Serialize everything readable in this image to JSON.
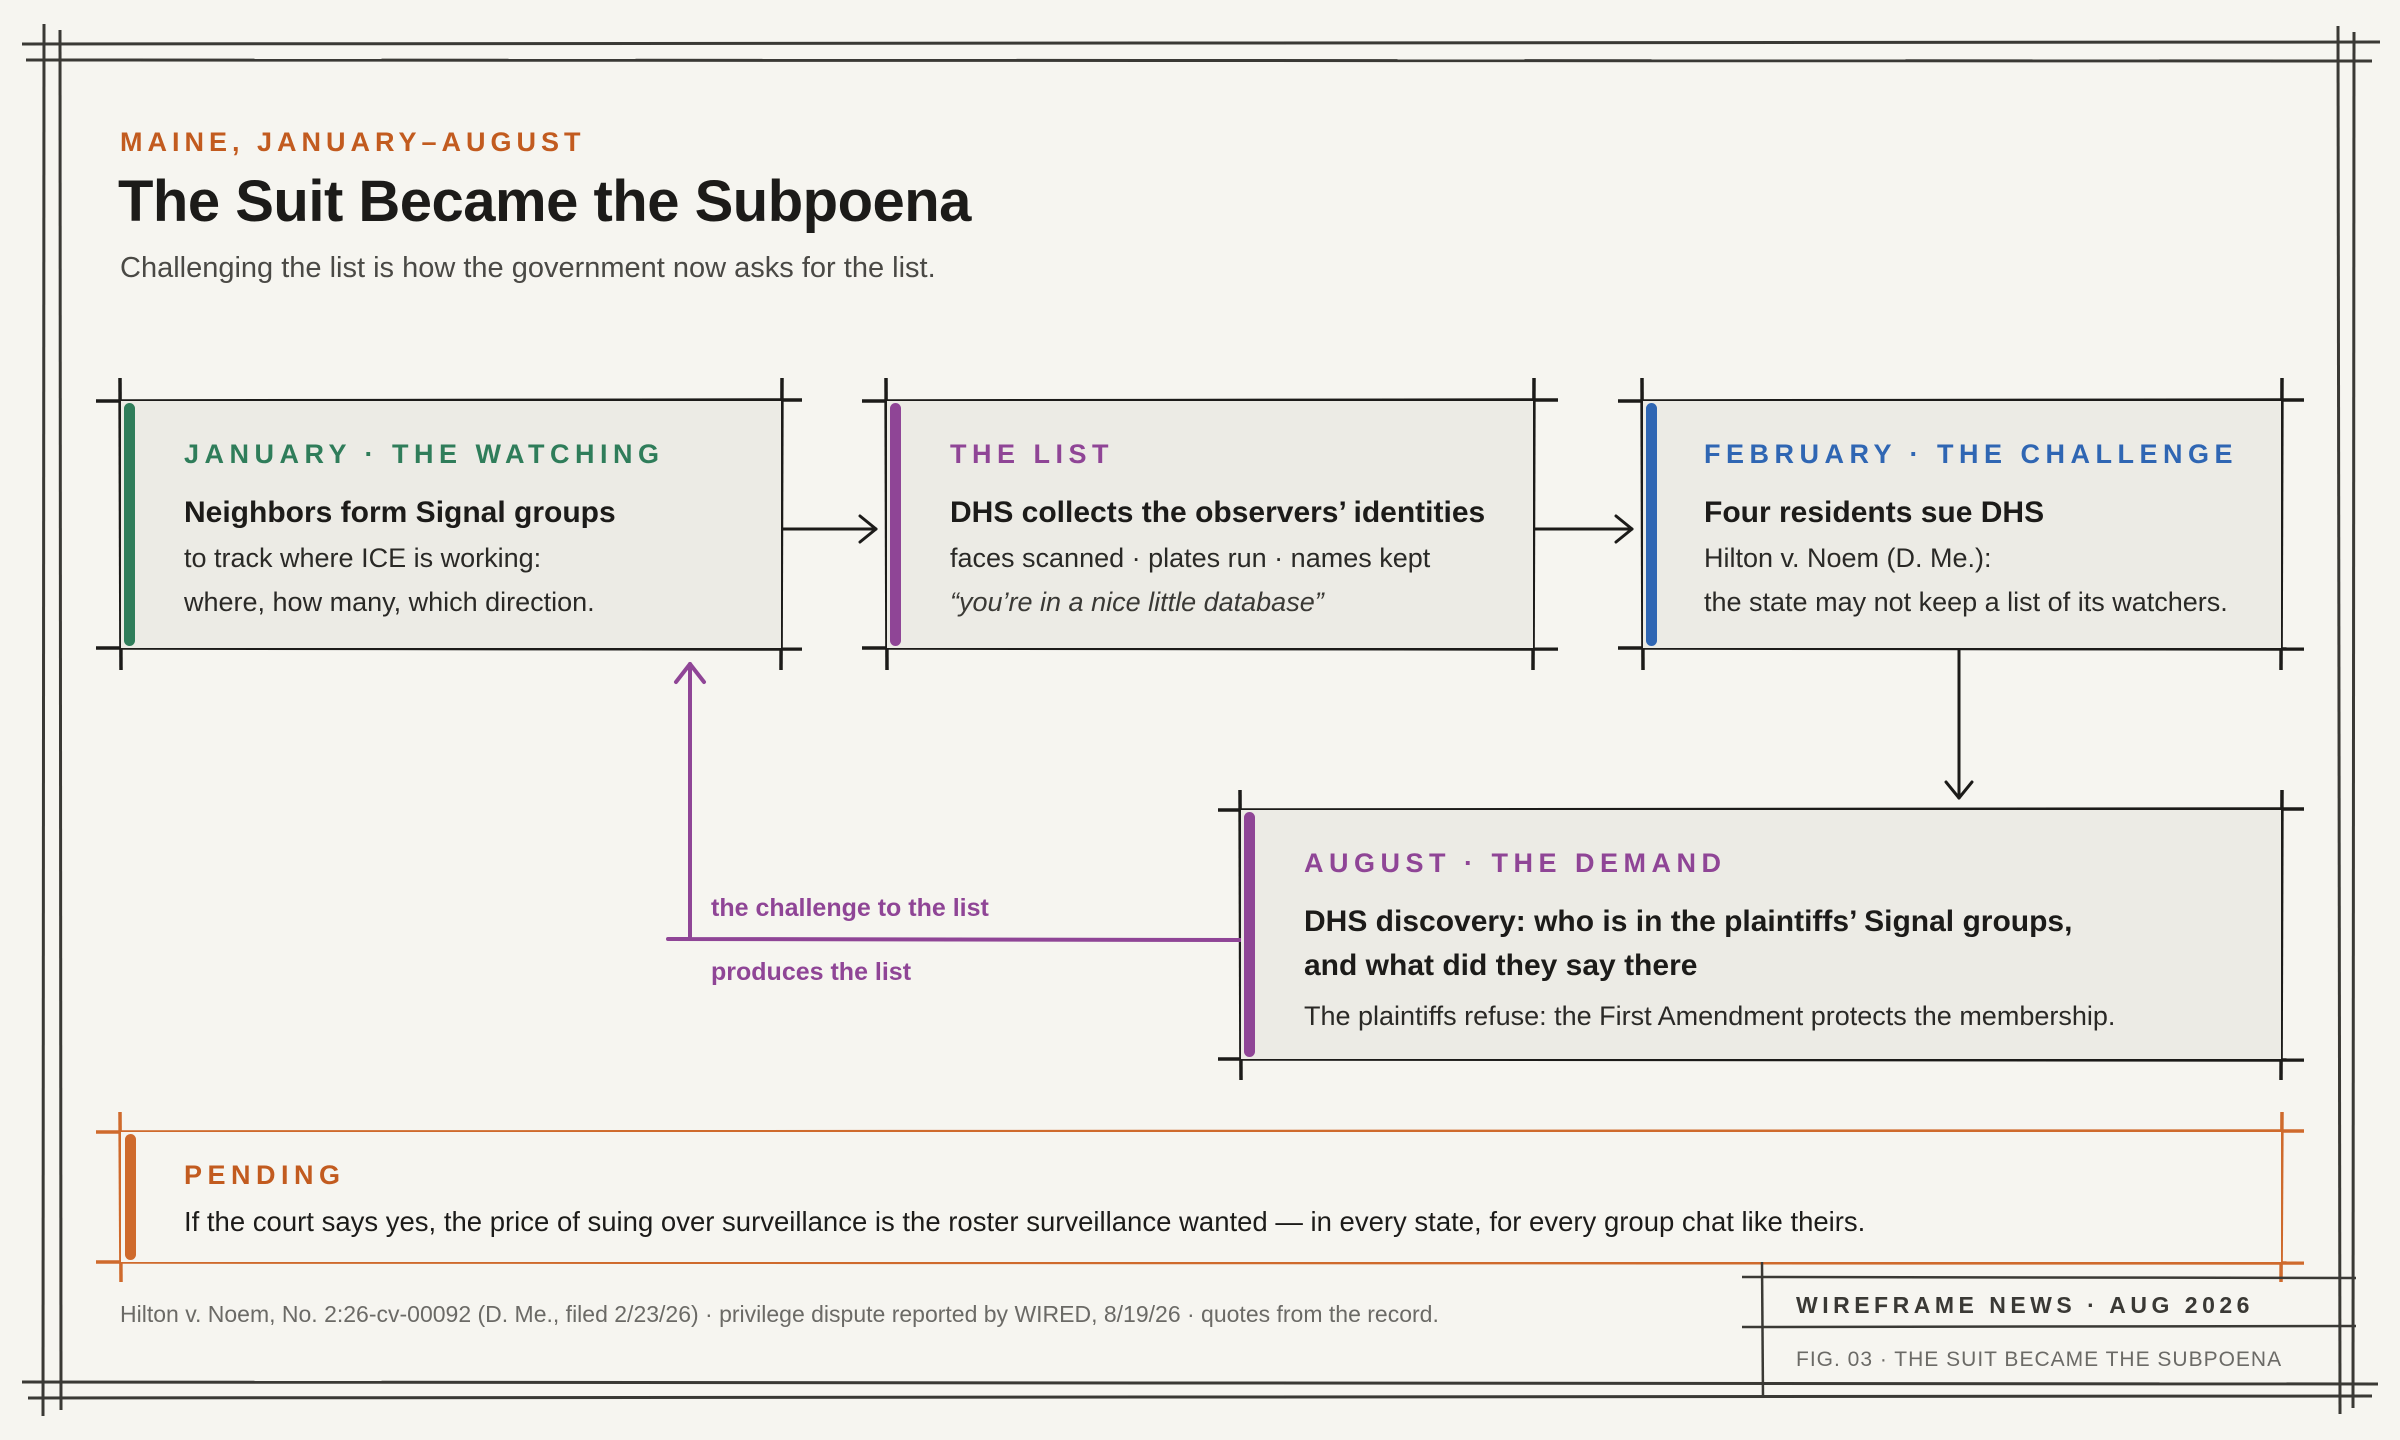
{
  "header": {
    "kicker": "MAINE, JANUARY–AUGUST",
    "title": "The Suit Became the Subpoena",
    "subtitle": "Challenging the list is how the government now asks for the list."
  },
  "colors": {
    "kicker": "#c25b1f",
    "green": "#2f7d5a",
    "purple": "#8f4596",
    "blue": "#2f66b3",
    "orange": "#cf6a2c",
    "ink": "#1c1b19"
  },
  "steps": [
    {
      "label": "JANUARY · THE WATCHING",
      "heading": "Neighbors form Signal groups",
      "lines": [
        "to track where ICE is working:",
        "where, how many, which direction."
      ]
    },
    {
      "label": "THE LIST",
      "heading": "DHS collects the observers’ identities",
      "lines": [
        "faces scanned · plates run · names kept",
        "“you’re in a nice little database”"
      ]
    },
    {
      "label": "FEBRUARY · THE CHALLENGE",
      "heading": "Four residents sue DHS",
      "lines": [
        "Hilton v. Noem (D. Me.):",
        "the state may not keep a list of its watchers."
      ]
    },
    {
      "label": "AUGUST · THE DEMAND",
      "heading_lines": [
        "DHS discovery: who is in the plaintiffs’ Signal groups,",
        "and what did they say there"
      ],
      "lines": [
        "The plaintiffs refuse: the First Amendment protects the membership."
      ]
    }
  ],
  "loop": {
    "label_top": "the challenge to the list",
    "label_bottom": "produces the list"
  },
  "pending": {
    "label": "PENDING",
    "text": "If the court says yes, the price of suing over surveillance is the roster surveillance wanted — in every state, for every group chat like theirs."
  },
  "footer": {
    "source": "Hilton v. Noem, No. 2:26-cv-00092 (D. Me., filed 2/23/26) · privilege dispute reported by WIRED, 8/19/26 · quotes from the record.",
    "brand": "WIREFRAME NEWS · AUG 2026",
    "figure": "FIG. 03 · THE SUIT BECAME THE SUBPOENA"
  }
}
